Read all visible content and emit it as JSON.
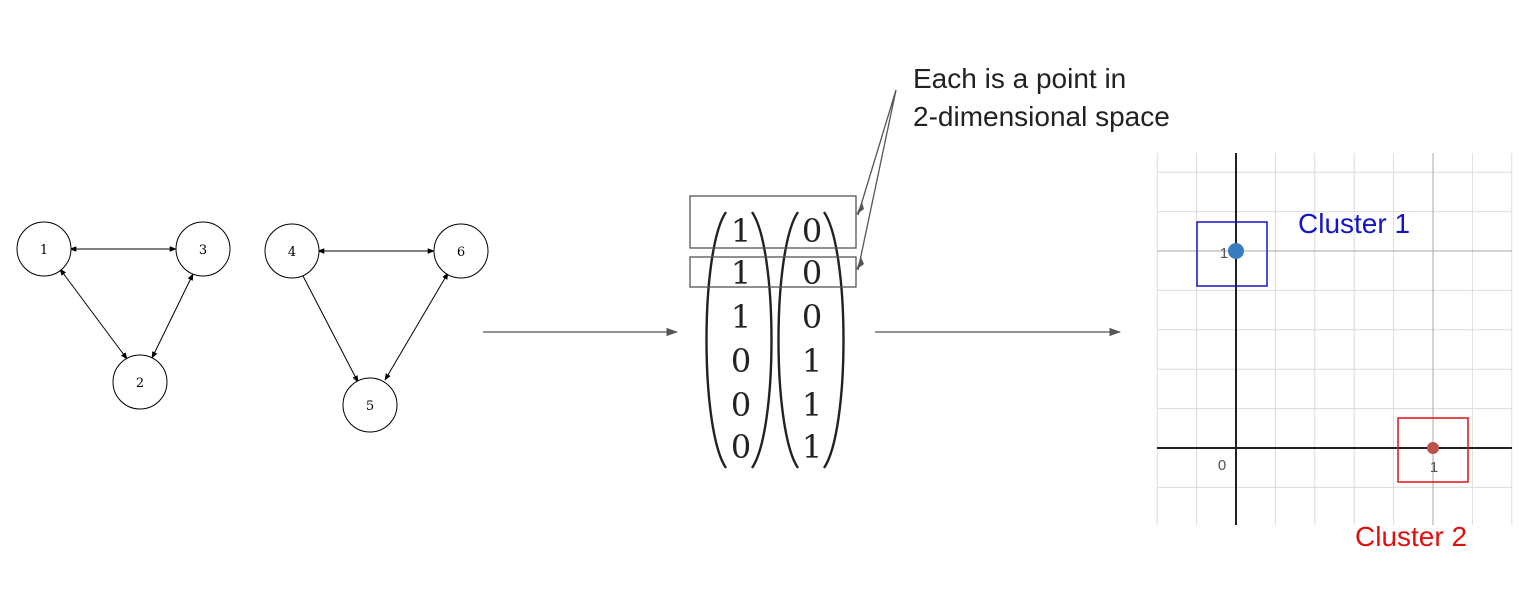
{
  "graph": {
    "nodes": [
      "1",
      "2",
      "3",
      "4",
      "5",
      "6"
    ]
  },
  "matrix": {
    "columns": [
      [
        "1",
        "1",
        "1",
        "0",
        "0",
        "0"
      ],
      [
        "0",
        "0",
        "0",
        "1",
        "1",
        "1"
      ]
    ]
  },
  "callout": {
    "line1": "Each is a point in",
    "line2": "2-dimensional space"
  },
  "plot": {
    "origin_label": "0",
    "y_tick_label": "1",
    "x_tick_label": "1",
    "points": [
      {
        "x": 0,
        "y": 1,
        "color": "#3a7cc0"
      },
      {
        "x": 1,
        "y": 0,
        "color": "#c0504d"
      }
    ],
    "clusters": [
      {
        "label": "Cluster 1",
        "color": "#1414c8"
      },
      {
        "label": "Cluster 2",
        "color": "#e01010"
      }
    ]
  }
}
